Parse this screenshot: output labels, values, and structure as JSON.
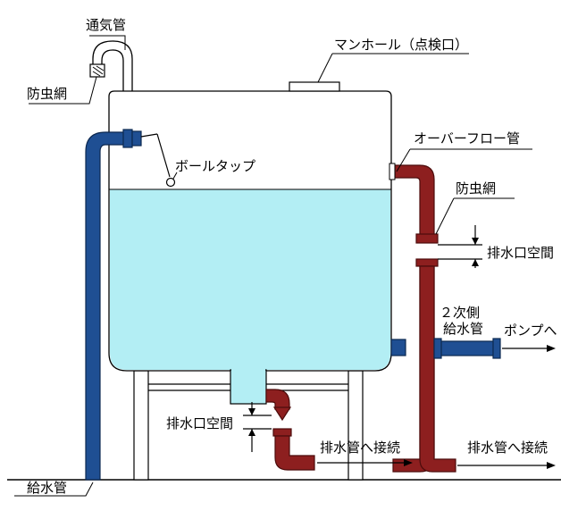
{
  "labels": {
    "vent_pipe": "通気管",
    "insect_screen_top": "防虫網",
    "manhole": "マンホール（点検口）",
    "overflow_pipe": "オーバーフロー管",
    "ball_tap": "ボールタップ",
    "insect_screen_right": "防虫網",
    "drain_gap_right": "排水口空間",
    "secondary_side": "２次側",
    "secondary_supply_pipe": "給水管",
    "to_pump": "ポンプへ",
    "drain_gap_bottom": "排水口空間",
    "to_drain_mid": "排水管へ接続",
    "to_drain_right": "排水管へ接続",
    "supply_pipe": "給水管"
  },
  "colors": {
    "water": "#b3eef4",
    "supply_pipe": "#1f4f93",
    "overflow_pipe": "#8d1f1f",
    "tank_outline": "#000000",
    "background": "#ffffff"
  }
}
